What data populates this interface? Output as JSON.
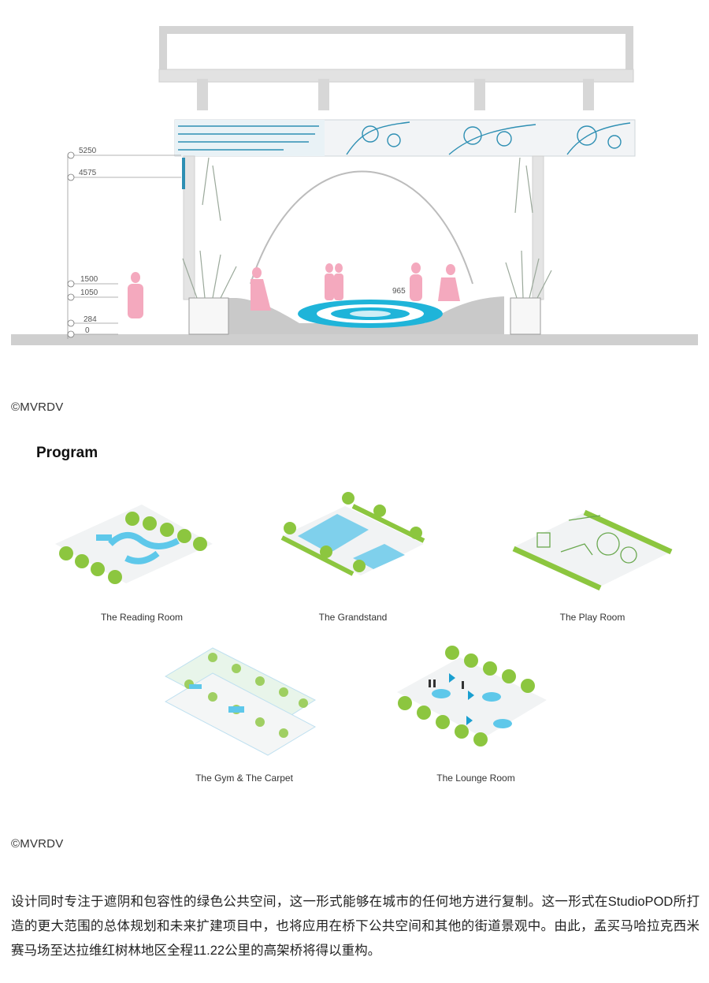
{
  "section": {
    "dimensions": [
      "5250",
      "4575",
      "1500",
      "1050",
      "284",
      "0"
    ],
    "pool_label": "965"
  },
  "credits": {
    "first": "©MVRDV",
    "second": "©MVRDV"
  },
  "program": {
    "title": "Program",
    "items": [
      {
        "label": "The Reading Room"
      },
      {
        "label": "The Grandstand"
      },
      {
        "label": "The Play Room"
      },
      {
        "label": "The Gym & The Carpet"
      },
      {
        "label": "The Lounge Room"
      }
    ]
  },
  "body": {
    "paragraph": "设计同时专注于遮阴和包容性的绿色公共空间，这一形式能够在城市的任何地方进行复制。这一形式在StudioPOD所打造的更大范围的总体规划和未来扩建项目中，也将应用在桥下公共空间和其他的街道景观中。由此，孟买马哈拉克西米赛马场至达拉维红树林地区全程11.22公里的高架桥将得以重构。"
  },
  "colors": {
    "structure": "#d9d9d9",
    "structure_dark": "#bdbdbd",
    "water": "#1fb4d9",
    "green": "#8cc63f",
    "people": "#f4a9be",
    "mural": "#2e8fb3"
  }
}
